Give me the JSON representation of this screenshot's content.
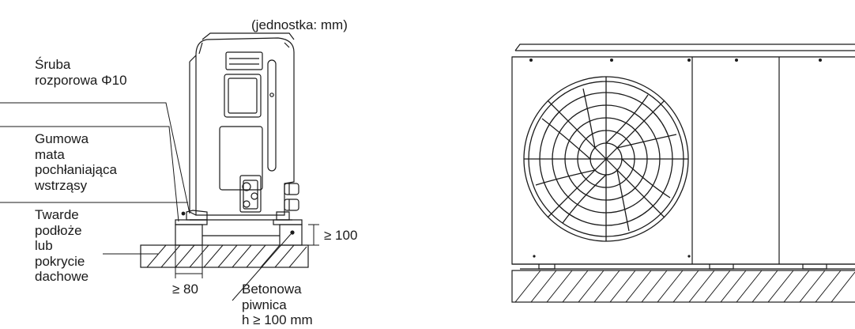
{
  "unit_note": "(jednostka: mm)",
  "labels": {
    "expansion_bolt": [
      "Śruba",
      "rozporowa Φ10"
    ],
    "rubber_mat": [
      "Gumowa",
      "mata",
      "pochłaniająca",
      "wstrząsy"
    ],
    "hard_ground": [
      "Twarde",
      "podłoże",
      "lub",
      "pokrycie",
      "dachowe"
    ],
    "concrete_base": [
      "Betonowa",
      "piwnica",
      "h ≥ 100 mm"
    ]
  },
  "dimensions": {
    "height_min": "≥ 100",
    "width_min": "≥ 80"
  }
}
